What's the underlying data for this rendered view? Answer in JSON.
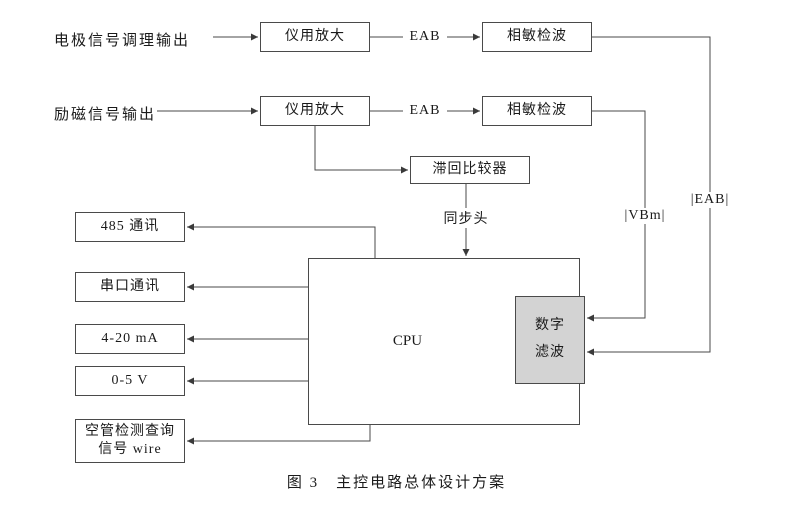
{
  "figure": {
    "caption": "图 3　主控电路总体设计方案"
  },
  "sources": {
    "electrode": "电极信号调理输出",
    "excitation": "励磁信号输出"
  },
  "blocks": {
    "amp1": "仪用放大",
    "amp2": "仪用放大",
    "psd1": "相敏检波",
    "psd2": "相敏检波",
    "hysteresis": "滞回比较器",
    "cpu": "CPU",
    "filter_line1": "数字",
    "filter_line2": "滤波"
  },
  "outputs": {
    "comm485": "485 通讯",
    "serial": "串口通讯",
    "current_loop": "4-20 mA",
    "voltage": "0-5 V",
    "pipe_line1": "空管检测查询",
    "pipe_line2": "信号 wire"
  },
  "signals": {
    "eab1": "EAB",
    "eab2": "EAB",
    "sync": "同步头",
    "vbm_abs": "|VBm|",
    "eab_abs": "|EAB|"
  },
  "colors": {
    "wire": "#4a4a4a",
    "border": "#4a4a4a",
    "filter_fill": "#d3d3d3",
    "background": "#ffffff",
    "text": "#1a1a1a"
  }
}
